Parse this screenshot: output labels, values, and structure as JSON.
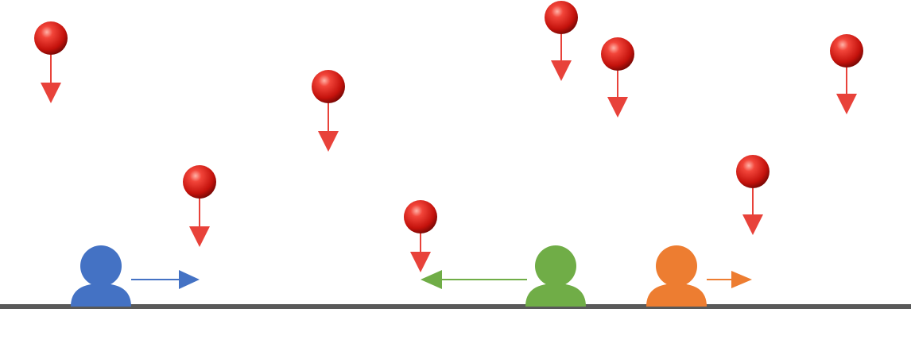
{
  "colors": {
    "background": "#ffffff",
    "ground": "#595959",
    "ball": "#e0201b",
    "fall_arrow": "#e8423a",
    "blue_person": "#4472c4",
    "green_person": "#70ad47",
    "orange_person": "#ed7d31"
  },
  "scene": {
    "ground": {
      "icon": "ground-line"
    },
    "balls": [
      {
        "id": "ball-1",
        "icon": "sphere-icon",
        "motion": "down"
      },
      {
        "id": "ball-2",
        "icon": "sphere-icon",
        "motion": "down"
      },
      {
        "id": "ball-3",
        "icon": "sphere-icon",
        "motion": "down"
      },
      {
        "id": "ball-4",
        "icon": "sphere-icon",
        "motion": "down"
      },
      {
        "id": "ball-5",
        "icon": "sphere-icon",
        "motion": "down"
      },
      {
        "id": "ball-6",
        "icon": "sphere-icon",
        "motion": "down"
      },
      {
        "id": "ball-7",
        "icon": "sphere-icon",
        "motion": "down"
      },
      {
        "id": "ball-8",
        "icon": "sphere-icon",
        "motion": "down"
      }
    ],
    "people": [
      {
        "id": "blue",
        "icon": "person-icon",
        "color": "#4472c4",
        "direction": "right"
      },
      {
        "id": "green",
        "icon": "person-icon",
        "color": "#70ad47",
        "direction": "left"
      },
      {
        "id": "orange",
        "icon": "person-icon",
        "color": "#ed7d31",
        "direction": "right"
      }
    ]
  }
}
